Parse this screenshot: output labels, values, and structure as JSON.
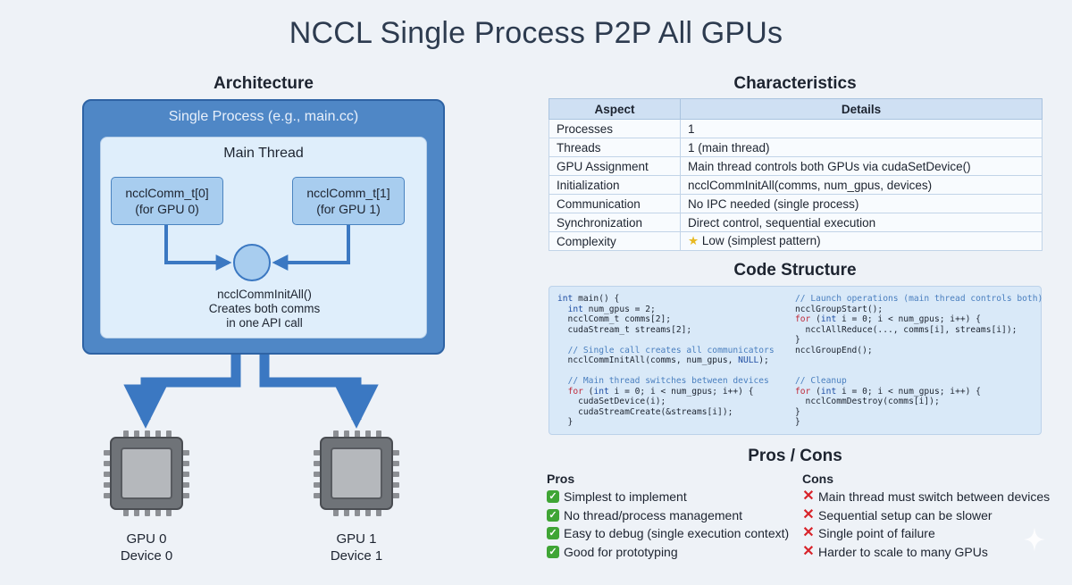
{
  "title": "NCCL Single Process P2P All GPUs",
  "architecture": {
    "heading": "Architecture",
    "process_label": "Single Process (e.g., main.cc)",
    "thread_label": "Main Thread",
    "comm0": {
      "line1": "ncclComm_t[0]",
      "line2": "(for GPU 0)"
    },
    "comm1": {
      "line1": "ncclComm_t[1]",
      "line2": "(for GPU 1)"
    },
    "init": {
      "line1": "ncclCommInitAll()",
      "line2": "Creates both comms",
      "line3": "in one API call"
    },
    "gpu0": {
      "line1": "GPU 0",
      "line2": "Device 0"
    },
    "gpu1": {
      "line1": "GPU 1",
      "line2": "Device 1"
    },
    "colors": {
      "process": "#4f87c6",
      "thread": "#dfeefb",
      "comm": "#a8cdef",
      "arrow": "#3b78c2"
    }
  },
  "characteristics": {
    "heading": "Characteristics",
    "columns": [
      "Aspect",
      "Details"
    ],
    "rows": [
      {
        "aspect": "Processes",
        "details": "1"
      },
      {
        "aspect": "Threads",
        "details": "1 (main thread)"
      },
      {
        "aspect": "GPU Assignment",
        "details": "Main thread controls both GPUs via cudaSetDevice()"
      },
      {
        "aspect": "Initialization",
        "details": "ncclCommInitAll(comms, num_gpus, devices)"
      },
      {
        "aspect": "Communication",
        "details": "No IPC needed (single process)"
      },
      {
        "aspect": "Synchronization",
        "details": "Direct control, sequential execution"
      },
      {
        "aspect": "Complexity",
        "details": "Low (simplest pattern)",
        "icon": "star-icon"
      }
    ]
  },
  "code": {
    "heading": "Code Structure",
    "left": [
      "int main() {",
      "  int num_gpus = 2;",
      "  ncclComm_t comms[2];",
      "  cudaStream_t streams[2];",
      "",
      "  // Single call creates all communicators",
      "  ncclCommInitAll(comms, num_gpus, NULL);",
      "",
      "  // Main thread switches between devices",
      "  for (int i = 0; i < num_gpus; i++) {",
      "    cudaSetDevice(i);",
      "    cudaStreamCreate(&streams[i]);",
      "  }"
    ],
    "right": [
      "// Launch operations (main thread controls both)",
      "ncclGroupStart();",
      "for (int i = 0; i < num_gpus; i++) {",
      "  ncclAllReduce(..., comms[i], streams[i]);",
      "}",
      "ncclGroupEnd();",
      "",
      "",
      "// Cleanup",
      "for (int i = 0; i < num_gpus; i++) {",
      "  ncclCommDestroy(comms[i]);",
      "}",
      "}"
    ]
  },
  "pros_cons": {
    "heading": "Pros / Cons",
    "pros_label": "Pros",
    "cons_label": "Cons",
    "pros": [
      "Simplest to implement",
      "No thread/process management",
      "Easy to debug (single execution context)",
      "Good for prototyping"
    ],
    "cons": [
      "Main thread must switch between devices",
      "Sequential setup can be slower",
      "Single point of failure",
      "Harder to scale to many GPUs"
    ]
  }
}
